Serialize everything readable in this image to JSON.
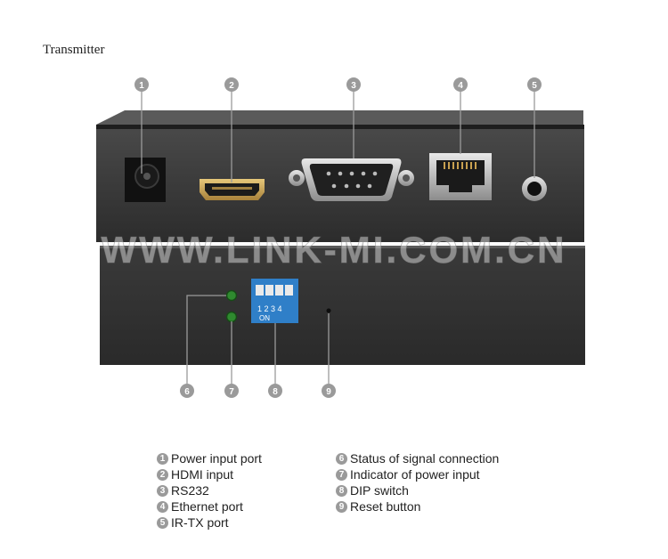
{
  "title": "Transmitter",
  "watermark": "WWW.LINK-MI.COM.CN",
  "dip_numbers": "1 2 3 4",
  "dip_on": "ON",
  "callouts": [
    "1",
    "2",
    "3",
    "4",
    "5",
    "6",
    "7",
    "8",
    "9"
  ],
  "legend_left": [
    {
      "num": "1",
      "label": "Power input port"
    },
    {
      "num": "2",
      "label": "HDMI input"
    },
    {
      "num": "3",
      "label": "RS232"
    },
    {
      "num": "4",
      "label": "Ethernet port"
    },
    {
      "num": "5",
      "label": "IR-TX port"
    }
  ],
  "legend_right": [
    {
      "num": "6",
      "label": "Status of signal connection"
    },
    {
      "num": "7",
      "label": "Indicator of power input"
    },
    {
      "num": "8",
      "label": "DIP switch"
    },
    {
      "num": "9",
      "label": "Reset button"
    }
  ],
  "colors": {
    "device_body": "#2e2e2e",
    "callout": "#9a9a9a",
    "dip_switch": "#2f7fc8",
    "led": "#2f8a2f"
  }
}
